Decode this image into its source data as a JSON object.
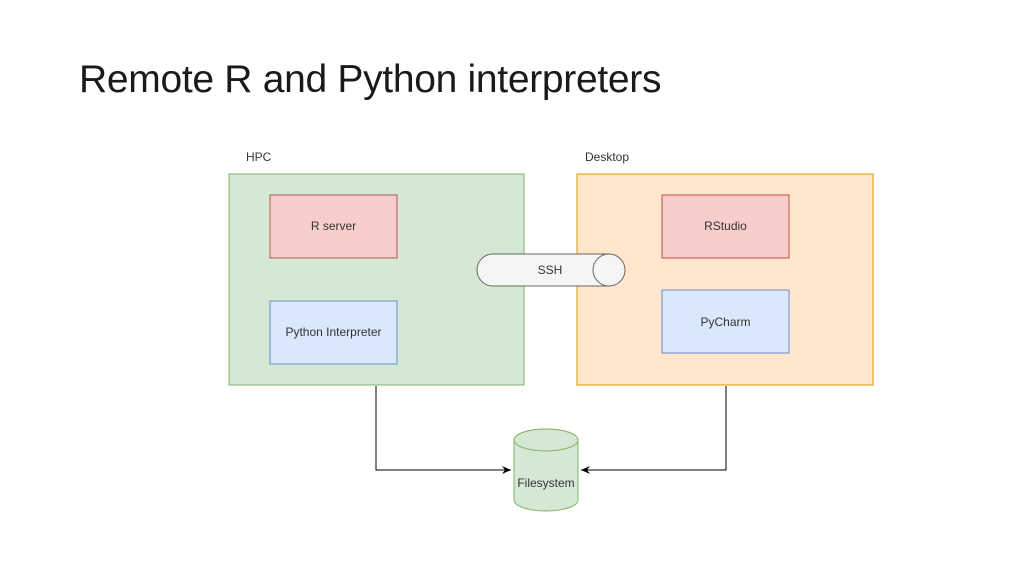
{
  "slide": {
    "title": "Remote R and Python interpreters"
  },
  "diagram": {
    "groups": {
      "hpc": {
        "label": "HPC",
        "fill": "#d5e8d4",
        "stroke": "#82b366"
      },
      "desktop": {
        "label": "Desktop",
        "fill": "#ffe6cc",
        "stroke": "#d79b00"
      }
    },
    "nodes": {
      "r_server": {
        "label": "R server",
        "fill": "#f8cecc",
        "stroke": "#b85450"
      },
      "python_interpreter": {
        "label": "Python Interpreter",
        "fill": "#dae8fc",
        "stroke": "#6c8ebf"
      },
      "rstudio": {
        "label": "RStudio",
        "fill": "#f8cecc",
        "stroke": "#b85450"
      },
      "pycharm": {
        "label": "PyCharm",
        "fill": "#dae8fc",
        "stroke": "#6c8ebf"
      },
      "ssh": {
        "label": "SSH",
        "fill": "#f5f5f5",
        "stroke": "#666666"
      },
      "filesystem": {
        "label": "Filesystem",
        "fill": "#d5e8d4",
        "stroke": "#82b366"
      }
    },
    "edges": [
      {
        "from": "HPC",
        "to": "Filesystem"
      },
      {
        "from": "Desktop",
        "to": "Filesystem"
      }
    ]
  }
}
